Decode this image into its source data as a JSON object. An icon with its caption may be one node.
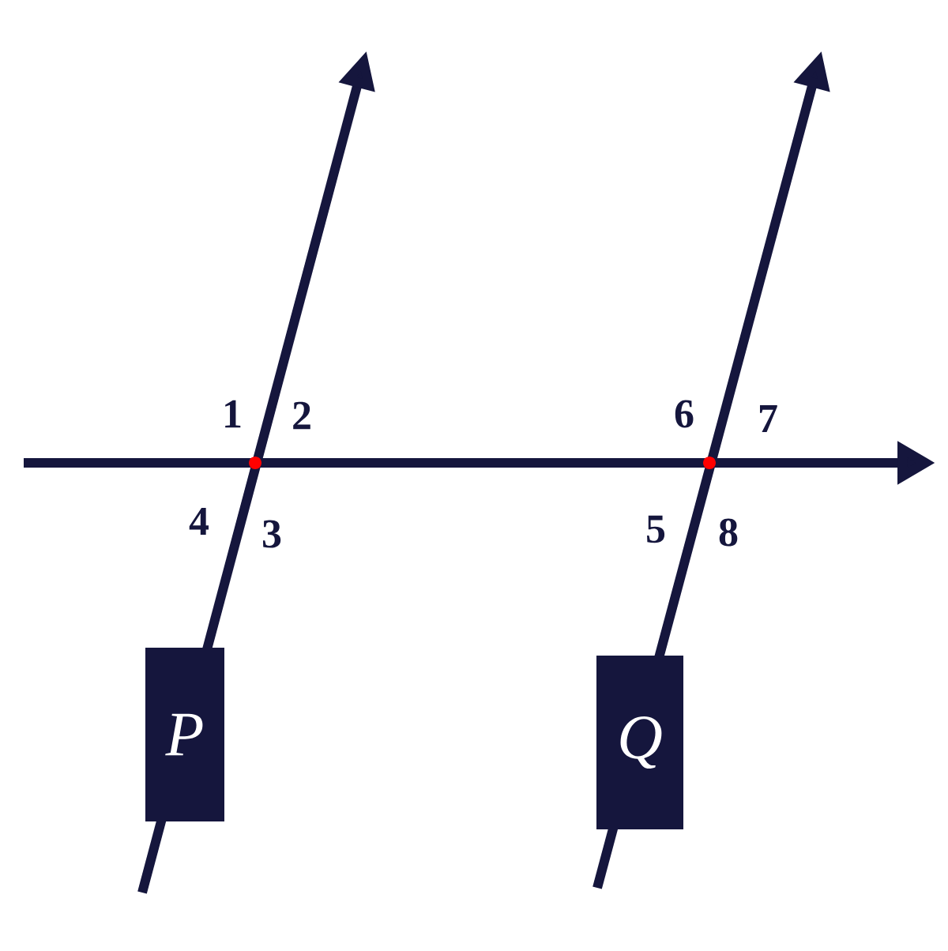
{
  "diagram": {
    "nodes": [
      {
        "text": [
          "P"
        ]
      },
      {
        "text": [
          "Q"
        ]
      }
    ],
    "labels": [
      "1",
      "2",
      "6",
      "7",
      "4",
      "3",
      "5",
      "8"
    ]
  }
}
